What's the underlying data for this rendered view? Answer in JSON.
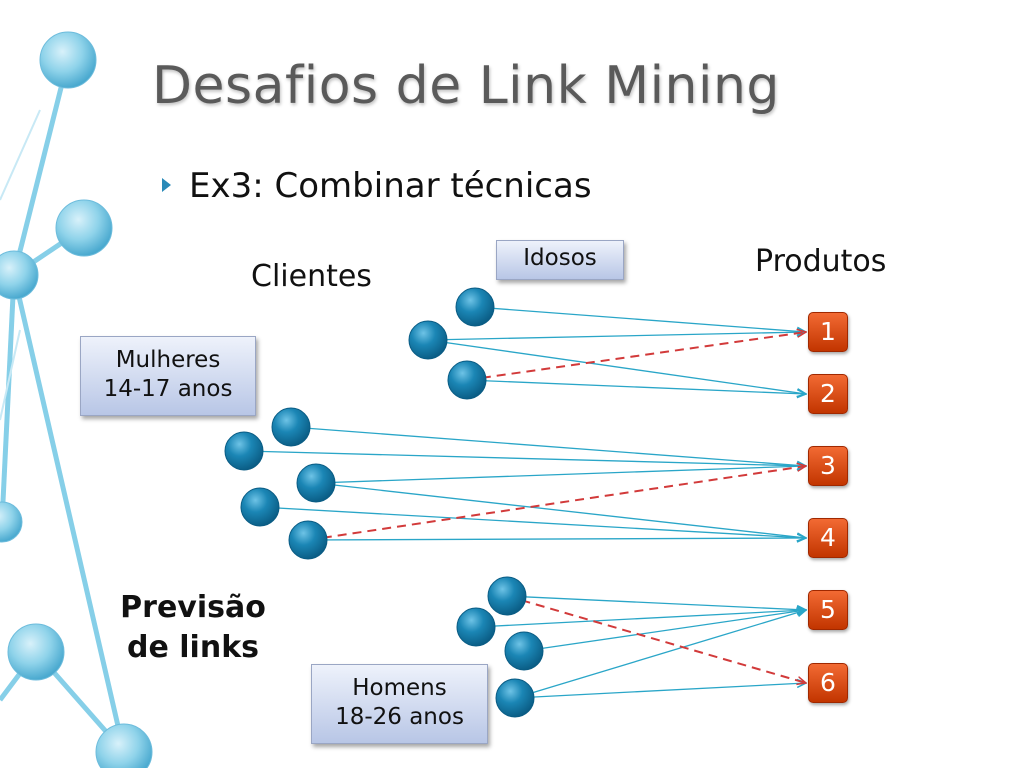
{
  "slide": {
    "title": "Desafios de Link Mining",
    "bullet": "Ex3: Combinar técnicas",
    "clientes_label": "Clientes",
    "produtos_label": "Produtos",
    "groups": {
      "idosos": "Idosos",
      "mulheres_line1": "Mulheres",
      "mulheres_line2": "14-17 anos",
      "homens_line1": "Homens",
      "homens_line2": "18-26 anos"
    },
    "products": [
      "1",
      "2",
      "3",
      "4",
      "5",
      "6"
    ],
    "prediction_line1": "Previsão",
    "prediction_line2": "de links"
  },
  "colors": {
    "title": "#5a5a5a",
    "node": "#1b86b5",
    "product": "#e0501a",
    "known_link": "#2aa6c8",
    "predicted_link": "#d23a3a",
    "group_box": "#c9d4ee",
    "decor": "#7fcbe6"
  },
  "graph": {
    "client_nodes": [
      "c1",
      "c2",
      "c3",
      "c4",
      "c5",
      "c6",
      "c7",
      "c8",
      "c9",
      "c10",
      "c11",
      "c12"
    ],
    "known_links": [
      [
        "c1",
        "p1"
      ],
      [
        "c2",
        "p1"
      ],
      [
        "c2",
        "p2"
      ],
      [
        "c3",
        "p2"
      ],
      [
        "c4",
        "p3"
      ],
      [
        "c5",
        "p3"
      ],
      [
        "c6",
        "p3"
      ],
      [
        "c6",
        "p4"
      ],
      [
        "c7",
        "p4"
      ],
      [
        "c8",
        "p4"
      ],
      [
        "c9",
        "p5"
      ],
      [
        "c10",
        "p5"
      ],
      [
        "c11",
        "p5"
      ],
      [
        "c12",
        "p5"
      ],
      [
        "c12",
        "p6"
      ]
    ],
    "predicted_links": [
      [
        "c3",
        "p1"
      ],
      [
        "c8",
        "p3"
      ],
      [
        "c9",
        "p6"
      ]
    ]
  }
}
